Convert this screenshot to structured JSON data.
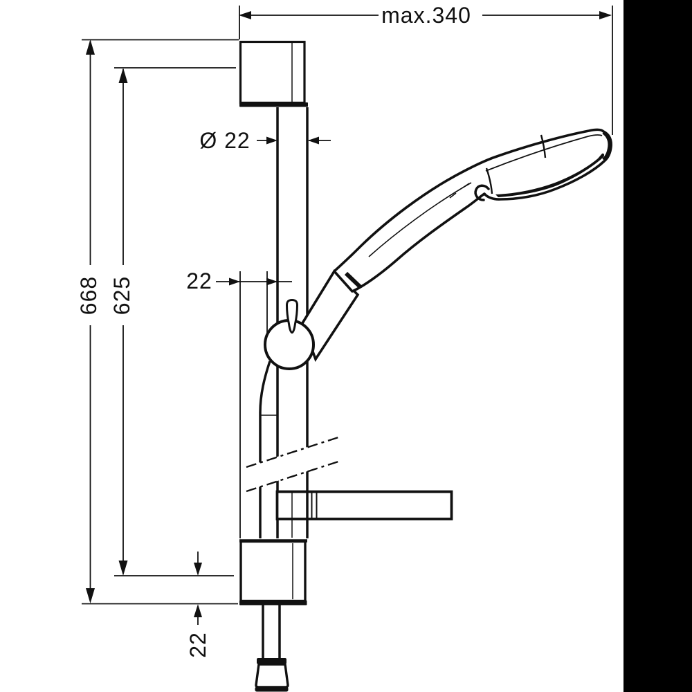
{
  "drawing": {
    "colors": {
      "line": "#111111",
      "background": "#ffffff",
      "margin_band": "#000000"
    },
    "dimensions": {
      "overall_reach": {
        "label": "max.340"
      },
      "bar_length": {
        "label": "668"
      },
      "hole_distance": {
        "label": "625"
      },
      "bar_diameter": {
        "label": "Ø 22"
      },
      "wall_offset": {
        "label": "22"
      },
      "bottom_offset": {
        "label": "22"
      }
    }
  }
}
